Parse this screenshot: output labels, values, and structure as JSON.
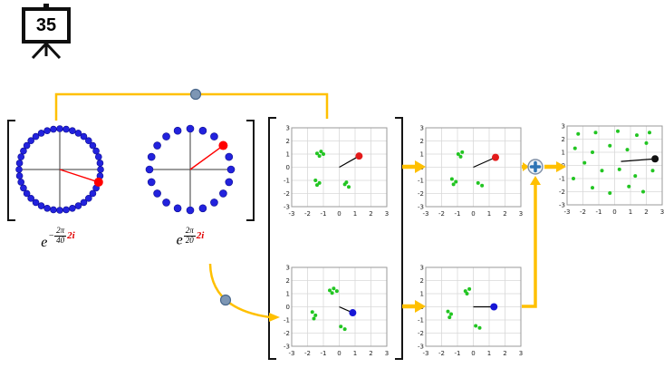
{
  "slide": {
    "number": "35"
  },
  "colors": {
    "arrow": "#FFC000",
    "circle_dot": "#2222DD",
    "circle_dot_edge": "#0A0A90",
    "pointer": "#FF0000",
    "scatter_point": "#22C522",
    "connector_node_fill": "#7D96B4",
    "connector_node_stroke": "#4A688C",
    "plus_icon": "#2E74B5"
  },
  "combiner": {
    "icon": "plus",
    "symbol": "+"
  },
  "unit_circles": [
    {
      "name": "left",
      "dot_count": 40,
      "dot_radius": 3.5,
      "pointer_angle_deg": -18,
      "formula": {
        "base": "e",
        "sign": "−",
        "numerator": "2π",
        "denominator": "40",
        "coefficient": "2i"
      }
    },
    {
      "name": "right",
      "dot_count": 20,
      "dot_radius": 4,
      "pointer_angle_deg": 36,
      "formula": {
        "base": "e",
        "sign": "",
        "numerator": "2π",
        "denominator": "20",
        "coefficient": "2i"
      }
    }
  ],
  "chart_data": [
    {
      "id": "matrix-top",
      "type": "scatter",
      "xlim": [
        -3,
        3
      ],
      "ylim": [
        -3,
        3
      ],
      "xticks": [
        -3,
        -2,
        -1,
        0,
        1,
        2,
        3
      ],
      "yticks": [
        -3,
        -2,
        -1,
        0,
        1,
        2,
        3
      ],
      "grid": true,
      "point_color": "#22C522",
      "points": [
        [
          -1.4,
          1.05
        ],
        [
          -1.15,
          1.2
        ],
        [
          -1.25,
          0.85
        ],
        [
          -1.0,
          1.0
        ],
        [
          -1.5,
          -1.0
        ],
        [
          -1.25,
          -1.2
        ],
        [
          -1.4,
          -1.35
        ],
        [
          0.35,
          -1.3
        ],
        [
          0.6,
          -1.5
        ],
        [
          0.45,
          -1.15
        ]
      ],
      "highlight": {
        "color": "#E31A1A",
        "at": [
          1.25,
          0.85
        ]
      },
      "vector": {
        "from": [
          0,
          0
        ],
        "to": [
          1.25,
          0.85
        ]
      }
    },
    {
      "id": "rotated-top",
      "type": "scatter",
      "xlim": [
        -3,
        3
      ],
      "ylim": [
        -3,
        3
      ],
      "xticks": [
        -3,
        -2,
        -1,
        0,
        1,
        2,
        3
      ],
      "yticks": [
        -3,
        -2,
        -1,
        0,
        1,
        2,
        3
      ],
      "grid": true,
      "point_color": "#22C522",
      "points": [
        [
          -0.95,
          1.0
        ],
        [
          -0.7,
          1.15
        ],
        [
          -0.8,
          0.8
        ],
        [
          -1.35,
          -0.9
        ],
        [
          -1.1,
          -1.1
        ],
        [
          -1.25,
          -1.3
        ],
        [
          0.3,
          -1.2
        ],
        [
          0.55,
          -1.4
        ]
      ],
      "highlight": {
        "color": "#E31A1A",
        "at": [
          1.4,
          0.75
        ]
      },
      "vector": {
        "from": [
          0,
          0
        ],
        "to": [
          1.4,
          0.75
        ]
      }
    },
    {
      "id": "matrix-bottom",
      "type": "scatter",
      "xlim": [
        -3,
        3
      ],
      "ylim": [
        -3,
        3
      ],
      "xticks": [
        -3,
        -2,
        -1,
        0,
        1,
        2,
        3
      ],
      "yticks": [
        -3,
        -2,
        -1,
        0,
        1,
        2,
        3
      ],
      "grid": true,
      "point_color": "#22C522",
      "points": [
        [
          -0.6,
          1.25
        ],
        [
          -0.35,
          1.4
        ],
        [
          -0.45,
          1.05
        ],
        [
          -0.15,
          1.2
        ],
        [
          -1.7,
          -0.4
        ],
        [
          -1.5,
          -0.65
        ],
        [
          -1.6,
          -0.9
        ],
        [
          0.1,
          -1.5
        ],
        [
          0.35,
          -1.7
        ]
      ],
      "highlight": {
        "color": "#1616D6",
        "at": [
          0.85,
          -0.45
        ]
      },
      "vector": {
        "from": [
          0,
          0
        ],
        "to": [
          0.85,
          -0.45
        ]
      }
    },
    {
      "id": "rotated-bottom",
      "type": "scatter",
      "xlim": [
        -3,
        3
      ],
      "ylim": [
        -3,
        3
      ],
      "xticks": [
        -3,
        -2,
        -1,
        0,
        1,
        2,
        3
      ],
      "yticks": [
        -3,
        -2,
        -1,
        0,
        1,
        2,
        3
      ],
      "grid": true,
      "point_color": "#22C522",
      "points": [
        [
          -0.5,
          1.2
        ],
        [
          -0.25,
          1.35
        ],
        [
          -0.4,
          1.0
        ],
        [
          -1.6,
          -0.35
        ],
        [
          -1.4,
          -0.55
        ],
        [
          -1.5,
          -0.8
        ],
        [
          0.15,
          -1.45
        ],
        [
          0.4,
          -1.6
        ]
      ],
      "highlight": {
        "color": "#1616D6",
        "at": [
          1.3,
          0.0
        ]
      },
      "vector": {
        "from": [
          0,
          0
        ],
        "to": [
          1.3,
          0.0
        ]
      }
    },
    {
      "id": "combined",
      "type": "scatter",
      "xlim": [
        -3,
        3
      ],
      "ylim": [
        -3,
        3
      ],
      "xticks": [
        -3,
        -2,
        -1,
        0,
        1,
        2,
        3
      ],
      "yticks": [
        -3,
        -2,
        -1,
        0,
        1,
        2,
        3
      ],
      "grid": true,
      "point_color": "#22C522",
      "points": [
        [
          -2.3,
          2.4
        ],
        [
          -1.2,
          2.5
        ],
        [
          0.2,
          2.6
        ],
        [
          1.4,
          2.3
        ],
        [
          2.2,
          2.5
        ],
        [
          -2.5,
          1.3
        ],
        [
          -1.4,
          1.0
        ],
        [
          -0.3,
          1.5
        ],
        [
          0.8,
          1.2
        ],
        [
          2.0,
          1.7
        ],
        [
          -1.9,
          0.2
        ],
        [
          -0.8,
          -0.4
        ],
        [
          0.3,
          -0.3
        ],
        [
          1.3,
          -0.8
        ],
        [
          2.4,
          -0.4
        ],
        [
          -1.4,
          -1.7
        ],
        [
          -0.3,
          -2.1
        ],
        [
          0.9,
          -1.6
        ],
        [
          1.8,
          -2.0
        ],
        [
          -2.6,
          -1.0
        ]
      ],
      "highlight": {
        "color": "#111111",
        "at": [
          2.55,
          0.5
        ]
      },
      "vector": {
        "from": [
          0.4,
          0.3
        ],
        "to": [
          2.55,
          0.5
        ]
      }
    }
  ]
}
